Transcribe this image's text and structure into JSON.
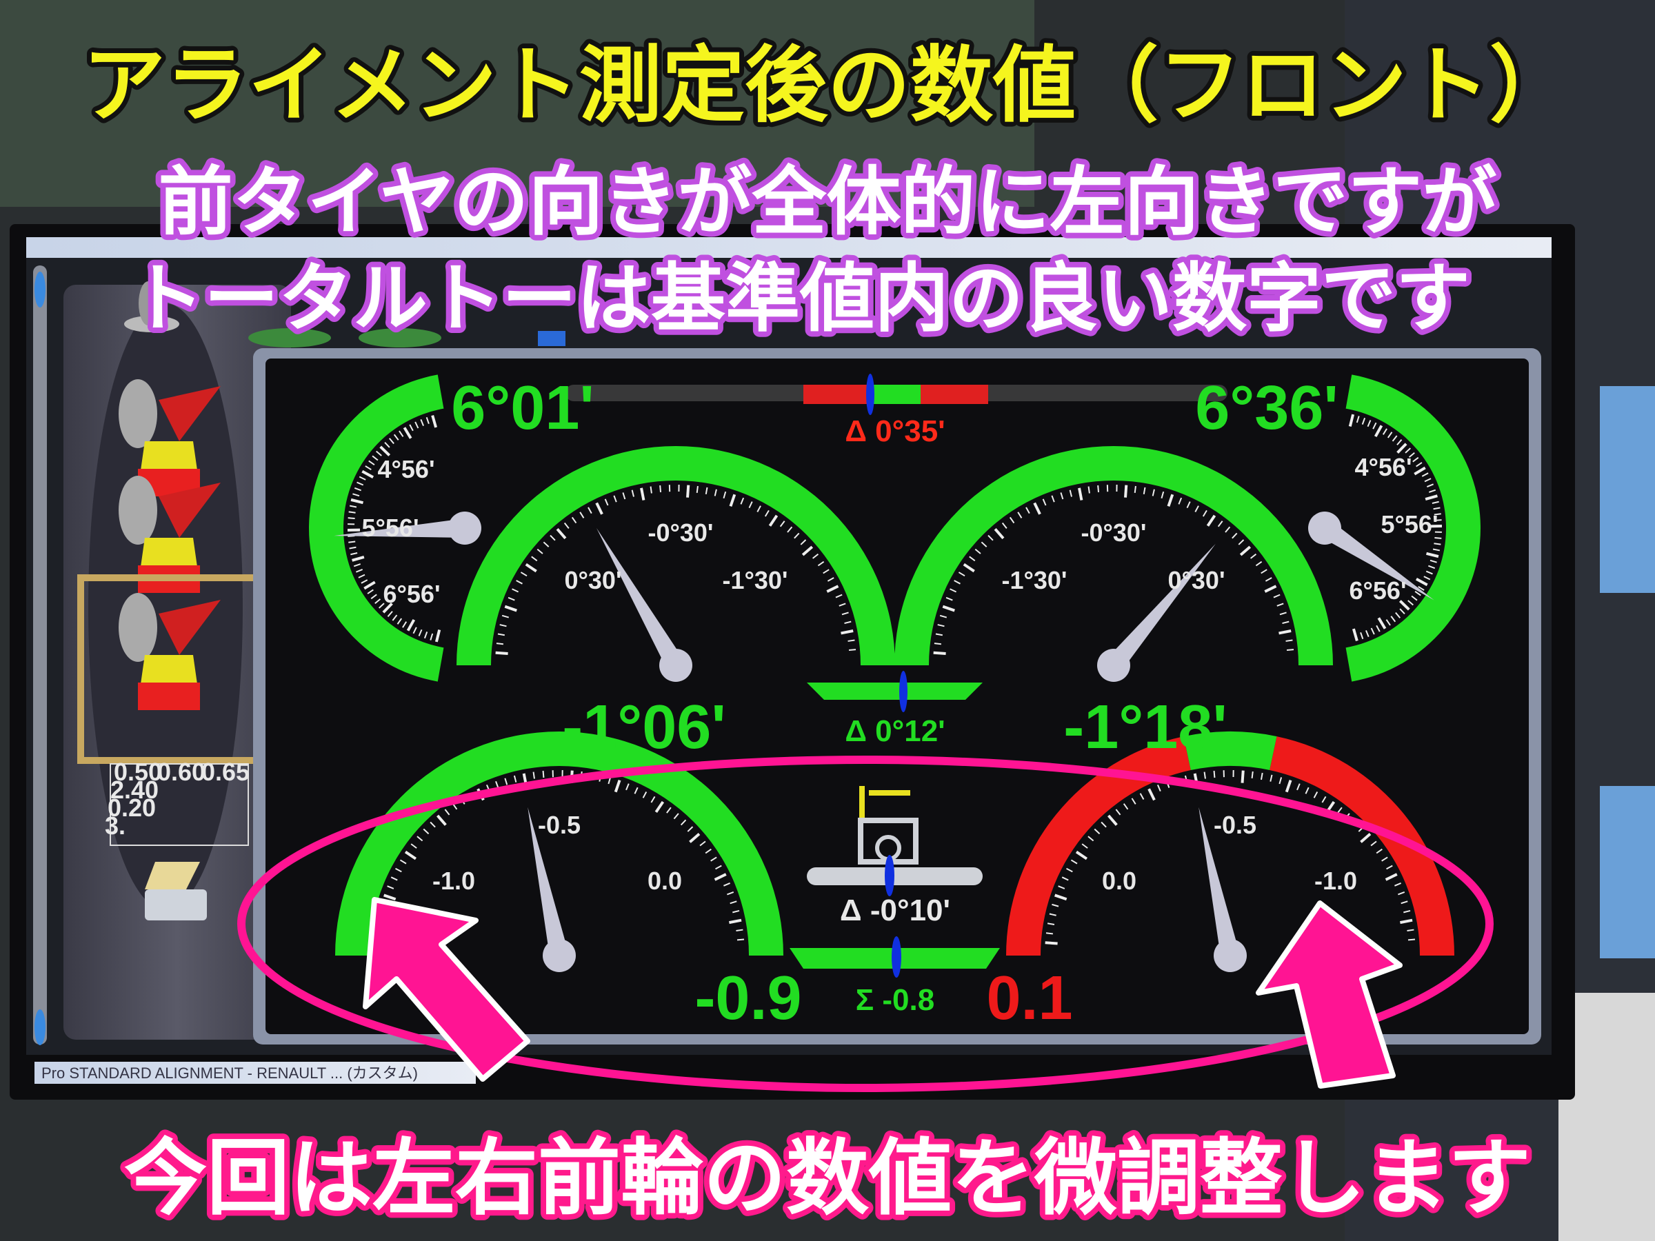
{
  "captions": {
    "title": "アライメント測定後の数値（フロント）",
    "line1": "前タイヤの向きが全体的に左向きですが",
    "line2": "トータルトーは基準値内の良い数字です",
    "bottom": "今回は左右前輪の数値を微調整します"
  },
  "window": {
    "title": "Pro STANDARD ALIGNMENT - RENAULT ... (カスタム)"
  },
  "sidebar": {
    "spec_table": [
      "0.50",
      "0.60",
      "0.65",
      "2.40",
      "0.20",
      "3."
    ],
    "items": [
      {
        "icon": "caster-wheel-icon"
      },
      {
        "icon": "caster-car-icon"
      },
      {
        "icon": "camber-car-icon"
      },
      {
        "icon": "front-axle-car-icon-selected"
      },
      {
        "icon": "spec-table-car-icon"
      },
      {
        "icon": "printer-icon"
      }
    ]
  },
  "colors": {
    "ok": "#22dd22",
    "bad": "#ee1a1a",
    "caption_yellow": "#f5f51e",
    "caption_purple": "#c050e0",
    "caption_pink": "#ff1a8c",
    "annotation_pink": "#ff1493"
  },
  "caster": {
    "left": {
      "value": "6°01'",
      "reading": 6.017,
      "scale": [
        "4°56'",
        "5°56'",
        "6°56'"
      ]
    },
    "right": {
      "value": "6°36'",
      "reading": 6.6,
      "scale": [
        "4°56'",
        "5°56'",
        "6°56'"
      ]
    },
    "delta": "Δ 0°35'"
  },
  "camber": {
    "left": {
      "value": "-1°06'",
      "reading": -1.1,
      "scale": [
        "0°30'",
        "-0°30'",
        "-1°30'"
      ]
    },
    "right": {
      "value": "-1°18'",
      "reading": -1.3,
      "scale": [
        "-1°30'",
        "-0°30'",
        "0°30'"
      ]
    },
    "delta": "Δ 0°12'"
  },
  "toe": {
    "left": {
      "value": "-0.9",
      "reading": -0.9,
      "scale": [
        "-1.0",
        "-0.5",
        "0.0"
      ],
      "status": "ok"
    },
    "right": {
      "value": "0.1",
      "reading": 0.1,
      "scale": [
        "0.0",
        "-0.5",
        "-1.0"
      ],
      "status": "bad"
    },
    "delta": "Δ -0°10'",
    "total": "Σ -0.8"
  }
}
